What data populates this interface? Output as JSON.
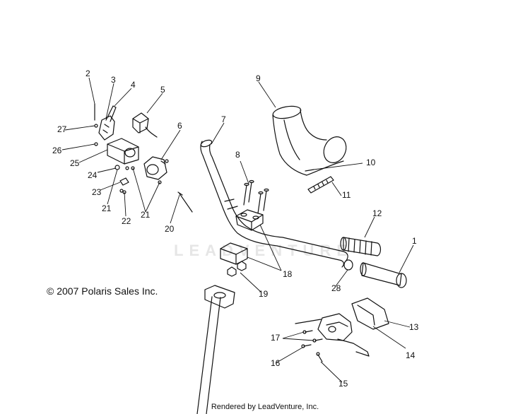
{
  "diagram": {
    "copyright": "© 2007 Polaris Sales Inc.",
    "footer": "Rendered by LeadVenture, Inc.",
    "watermark": "LEADVENTURE",
    "callouts": {
      "c1": "1",
      "c2": "2",
      "c3": "3",
      "c4": "4",
      "c5": "5",
      "c6": "6",
      "c7": "7",
      "c8": "8",
      "c9": "9",
      "c10": "10",
      "c11": "11",
      "c12": "12",
      "c13": "13",
      "c14": "14",
      "c15": "15",
      "c16": "16",
      "c17": "17",
      "c18": "18",
      "c19": "19",
      "c20": "20",
      "c21a": "21",
      "c21b": "21",
      "c22": "22",
      "c23": "23",
      "c24": "24",
      "c25": "25",
      "c26": "26",
      "c27": "27",
      "c28": "28"
    }
  }
}
